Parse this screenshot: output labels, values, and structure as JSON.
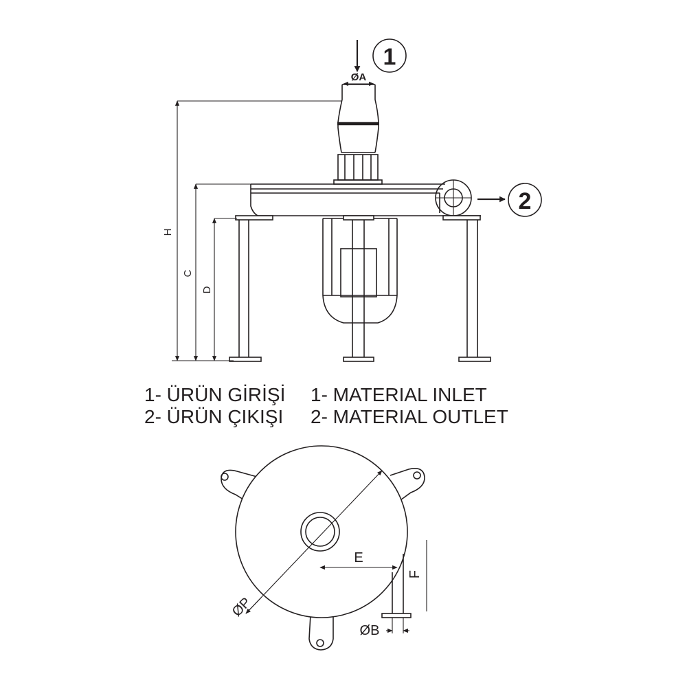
{
  "callouts": {
    "inlet": "1",
    "outlet": "2"
  },
  "dimensions": {
    "inlet_diameter": "ØA",
    "total_height": "H",
    "body_height": "C",
    "leg_height": "D",
    "radius_e": "E",
    "foot_f": "F",
    "diameter_p": "ØP",
    "foot_diameter": "ØB"
  },
  "legend": {
    "tr": [
      "1- ÜRÜN GİRİŞİ",
      "2- ÜRÜN ÇIKIŞI"
    ],
    "en": [
      "1- MATERIAL INLET",
      "2- MATERIAL OUTLET"
    ]
  }
}
